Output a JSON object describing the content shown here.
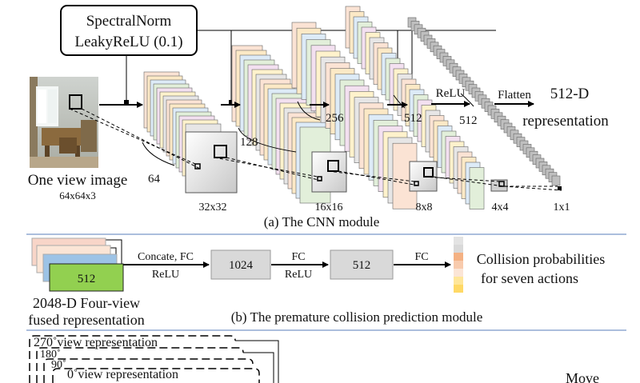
{
  "cnn": {
    "box_line1": "SpectralNorm",
    "box_line2": "LeakyReLU (0.1)",
    "input_caption": "One view image",
    "input_dims": "64x64x3",
    "ch_64": "64",
    "ch_128": "128",
    "ch_256": "256",
    "ch_512a": "512",
    "ch_512b": "512",
    "size_32": "32x32",
    "size_16": "16x16",
    "size_8": "8x8",
    "size_4": "4x4",
    "size_1": "1x1",
    "relu": "ReLU",
    "flatten": "Flatten",
    "out_line1": "512-D",
    "out_line2": "representation",
    "caption": "(a) The CNN module"
  },
  "pcp": {
    "stack_top": "512",
    "stack_caption1": "2048-D Four-view",
    "stack_caption2": "fused representation",
    "arrow1_line1": "Concate, FC",
    "arrow1_line2": "ReLU",
    "box1": "1024",
    "arrow2_line1": "FC",
    "arrow2_line2": "ReLU",
    "box2": "512",
    "arrow3": "FC",
    "out_line1": "Collision probabilities",
    "out_line2": "for seven actions",
    "caption": "(b) The premature collision prediction module",
    "prob_colors": [
      "#e3e3e3",
      "#d9d9d9",
      "#f4b183",
      "#f8cbad",
      "#fbe5d6",
      "#ffe699",
      "#ffd966"
    ]
  },
  "bottom": {
    "label270": "270˚view representation",
    "label180": "180˚",
    "label90": "90˚",
    "label0": "0˚view representation",
    "move": "Move"
  },
  "colors": {
    "separator": "#8fa9d2",
    "box_fill": "#d9d9d9",
    "stack_green": "#92d050"
  }
}
